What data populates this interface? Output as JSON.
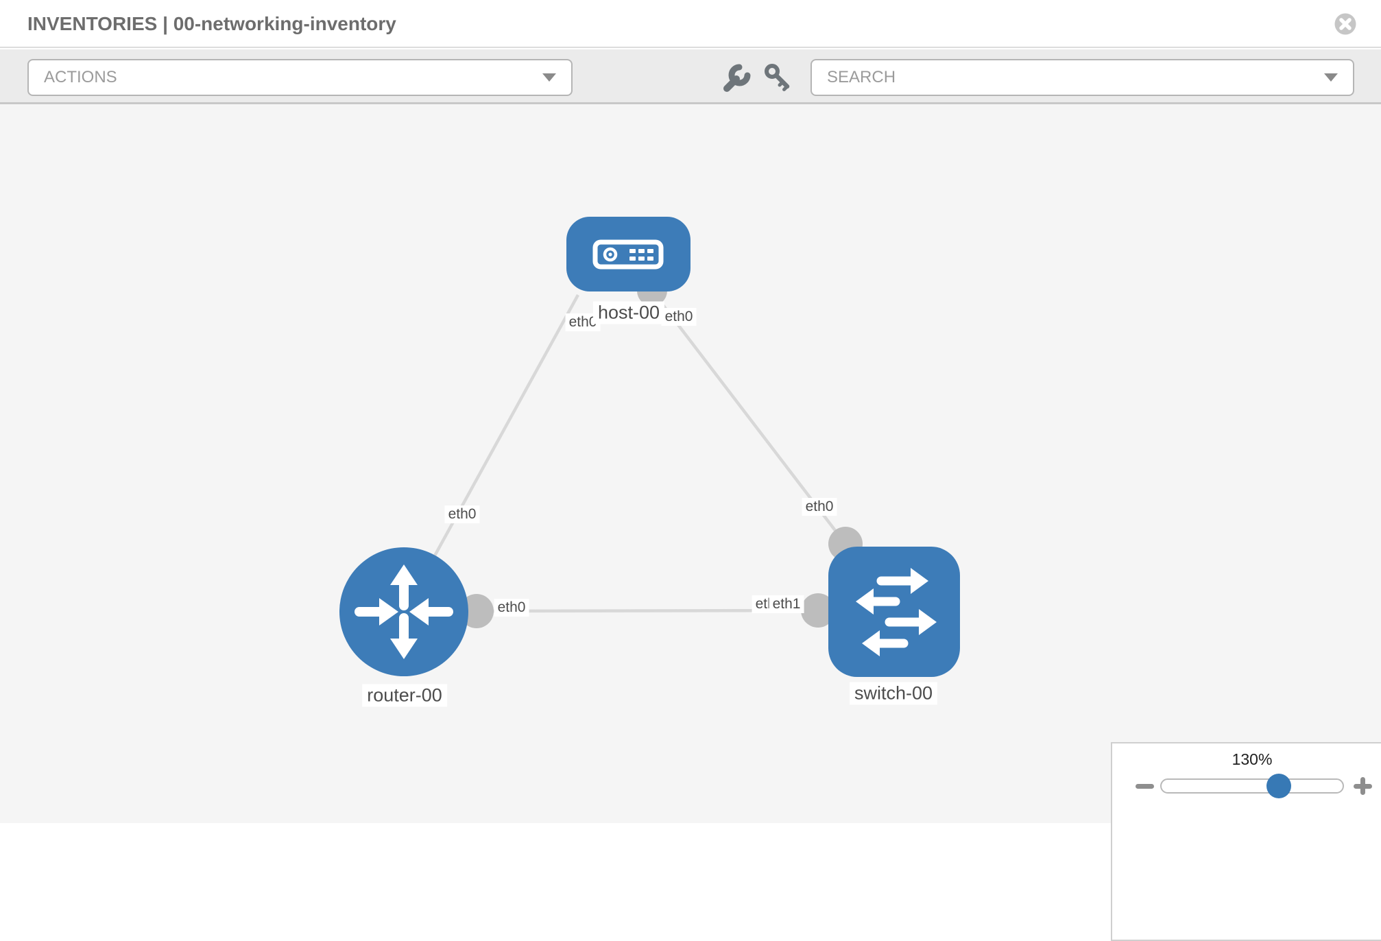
{
  "header": {
    "title": "INVENTORIES | 00-networking-inventory"
  },
  "toolbar": {
    "actions_label": "ACTIONS",
    "search_placeholder": "SEARCH"
  },
  "topology": {
    "node_labels": {
      "host": "host-00",
      "router": "router-00",
      "switch": "switch-00"
    },
    "iface_labels": {
      "host_left": "eth0",
      "host_right": "eth0",
      "host_router_mid": "eth0",
      "host_switch_mid": "eth0",
      "router_right": "eth0",
      "switch_left_back": "eth0",
      "switch_left_front": "eth1"
    },
    "links": [
      {
        "from": "host-00",
        "to": "router-00",
        "from_iface": "eth0",
        "to_iface": "eth0"
      },
      {
        "from": "host-00",
        "to": "switch-00",
        "from_iface": "eth0",
        "to_iface": "eth0"
      },
      {
        "from": "router-00",
        "to": "switch-00",
        "from_iface": "eth0",
        "to_iface": "eth1"
      }
    ]
  },
  "zoom_control": {
    "level": "130%",
    "percent": 130
  },
  "colors": {
    "node_blue": "#3d7cb8",
    "link_gray": "#d8d8d8",
    "port_gray": "#bdbdbd",
    "canvas_bg": "#f5f5f5",
    "toolbar_bg": "#ebebeb",
    "slider_handle_blue": "#3779b5"
  }
}
